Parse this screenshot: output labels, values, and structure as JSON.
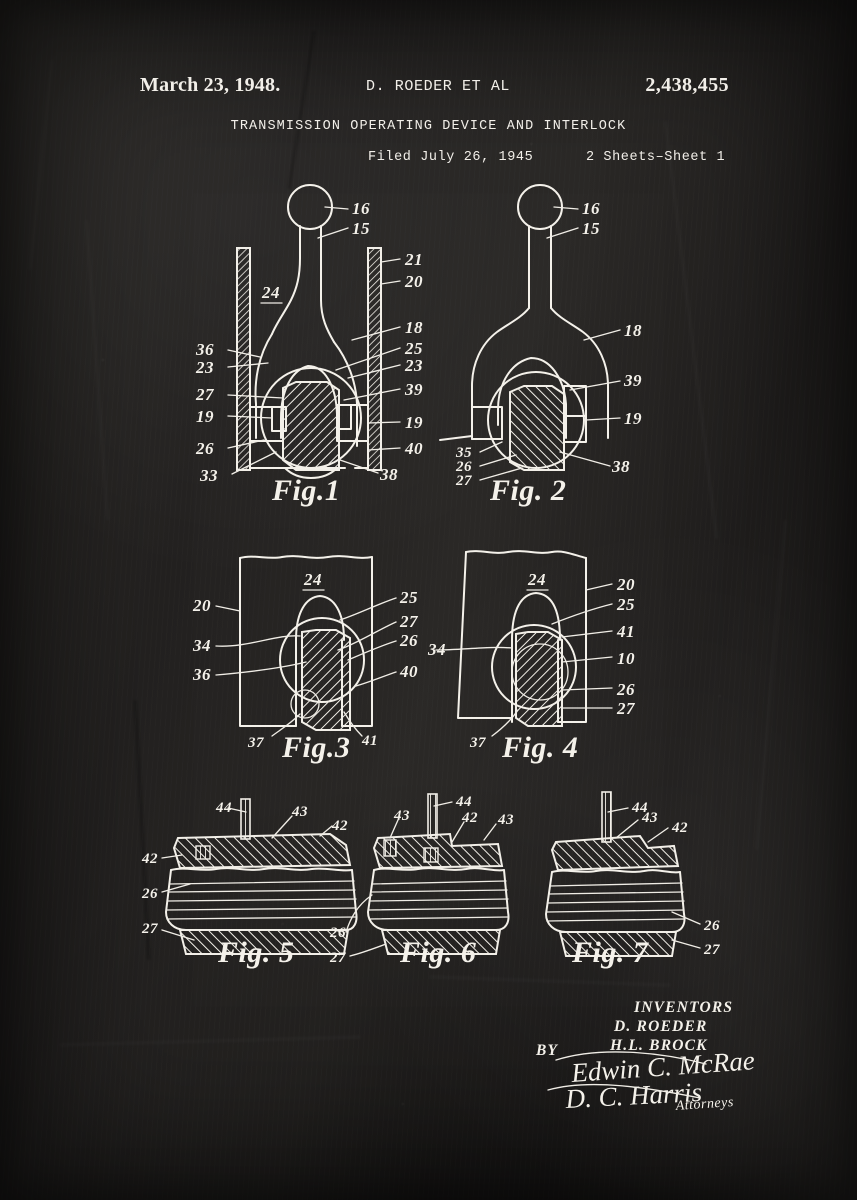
{
  "document": {
    "kind": "patent-drawing-sheet",
    "background_color": "#262422",
    "ink_color": "#f4f1ea"
  },
  "header": {
    "date": "March 23, 1948.",
    "inventor_line": "D. ROEDER ET AL",
    "patent_number": "2,438,455",
    "title": "TRANSMISSION OPERATING DEVICE AND INTERLOCK",
    "filed": "Filed July 26, 1945",
    "sheets": "2 Sheets–Sheet 1"
  },
  "figures": [
    {
      "id": "fig1",
      "caption": "Fig.1",
      "labels_left": [
        "36",
        "23",
        "27",
        "19",
        "26",
        "33"
      ],
      "labels_right": [
        "21",
        "20",
        "18",
        "25",
        "23",
        "39",
        "19",
        "40",
        "38"
      ],
      "labels_top": [
        "16",
        "15"
      ],
      "labels_inner": [
        "24"
      ]
    },
    {
      "id": "fig2",
      "caption": "Fig. 2",
      "labels_left": [
        "35",
        "26",
        "27"
      ],
      "labels_right": [
        "16",
        "15",
        "18",
        "39",
        "19",
        "38"
      ],
      "labels_top": [],
      "labels_inner": []
    },
    {
      "id": "fig3",
      "caption": "Fig.3",
      "labels_left": [
        "20",
        "34",
        "36"
      ],
      "labels_right": [
        "25",
        "27",
        "26",
        "40"
      ],
      "labels_bottom": [
        "37",
        "41"
      ],
      "labels_inner": [
        "24"
      ]
    },
    {
      "id": "fig4",
      "caption": "Fig. 4",
      "labels_left": [
        "34"
      ],
      "labels_right": [
        "20",
        "25",
        "41",
        "10",
        "26",
        "27"
      ],
      "labels_bottom": [
        "37"
      ],
      "labels_inner": [
        "24"
      ]
    },
    {
      "id": "fig5",
      "caption": "Fig. 5",
      "labels_left": [
        "42",
        "26",
        "27"
      ],
      "labels_right": [
        "44",
        "43",
        "42"
      ],
      "labels_bottom": []
    },
    {
      "id": "fig6",
      "caption": "Fig. 6",
      "labels_left": [
        "43",
        "26",
        "27"
      ],
      "labels_right": [
        "44",
        "42",
        "43"
      ],
      "labels_bottom": []
    },
    {
      "id": "fig7",
      "caption": "Fig. 7",
      "labels_left": [],
      "labels_right": [
        "44",
        "43",
        "42",
        "26",
        "27"
      ],
      "labels_bottom": []
    }
  ],
  "signature_block": {
    "inventors_label": "INVENTORS",
    "inventor_1": "D. ROEDER",
    "inventor_2": "H.L. BROCK",
    "by_label": "BY",
    "signature_1": "Edwin C. McRae",
    "signature_2": "D. C. Harris",
    "attorneys_label": "Attorneys"
  }
}
